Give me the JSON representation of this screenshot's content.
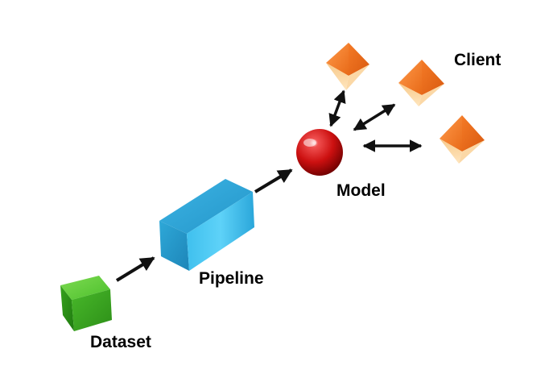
{
  "labels": {
    "dataset": "Dataset",
    "pipeline": "Pipeline",
    "model": "Model",
    "client": "Client"
  },
  "colors": {
    "dataset": "#3cae1e",
    "pipeline": "#2aa6d8",
    "model": "#d01010",
    "client": "#ef7a2a",
    "arrow": "#111111"
  }
}
